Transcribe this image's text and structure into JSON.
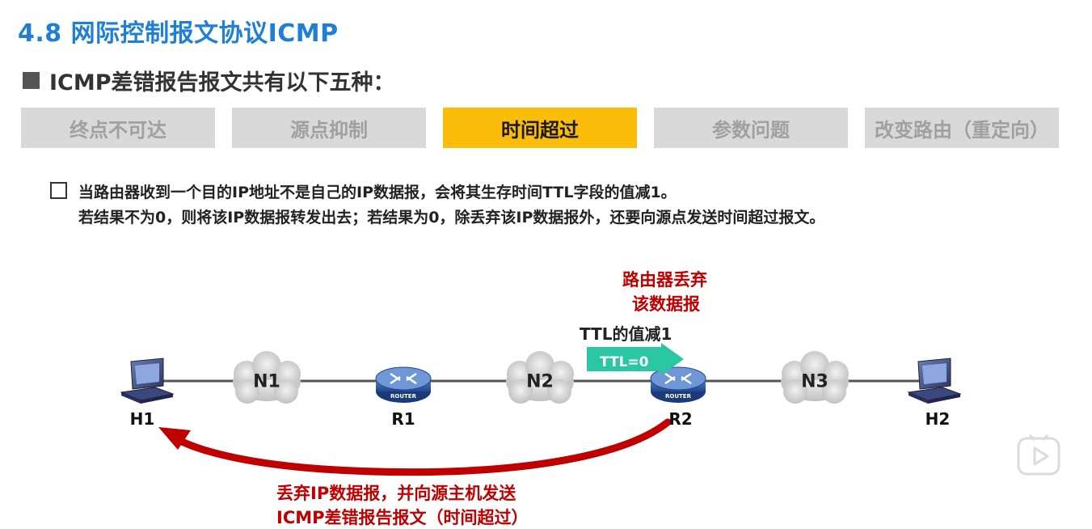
{
  "header": {
    "title": "4.8 网际控制报文协议ICMP",
    "subtitle": "ICMP差错报告报文共有以下五种："
  },
  "tabs": [
    {
      "label": "终点不可达",
      "active": false
    },
    {
      "label": "源点抑制",
      "active": false
    },
    {
      "label": "时间超过",
      "active": true
    },
    {
      "label": "参数问题",
      "active": false
    },
    {
      "label": "改变路由（重定向）",
      "active": false
    }
  ],
  "description": {
    "line1": "当路由器收到一个目的IP地址不是自己的IP数据报，会将其生存时间TTL字段的值减1。",
    "line2": "若结果不为0，则将该IP数据报转发出去；若结果为0，除丢弃该IP数据报外，还要向源点发送时间超过报文。"
  },
  "diagram": {
    "drop_note_line1": "路由器丢弃",
    "drop_note_line2": "该数据报",
    "ttl_note": "TTL的值减1",
    "ttl_box": "TTL=0",
    "hosts": {
      "h1": "H1",
      "h2": "H2"
    },
    "routers": {
      "r1": "R1",
      "r2": "R2",
      "device_text": "ROUTER"
    },
    "networks": {
      "n1": "N1",
      "n2": "N2",
      "n3": "N3"
    },
    "return_note_line1": "丢弃IP数据报，并向源主机发送",
    "return_note_line2": "ICMP差错报告报文（时间超过）"
  },
  "colors": {
    "title": "#1f7fd6",
    "tab_inactive": "#d9d9d9",
    "tab_active": "#fbbd09",
    "alert_red": "#c00000",
    "ttl_green": "#2bc7a4",
    "router_blue": "#2e5da8"
  }
}
